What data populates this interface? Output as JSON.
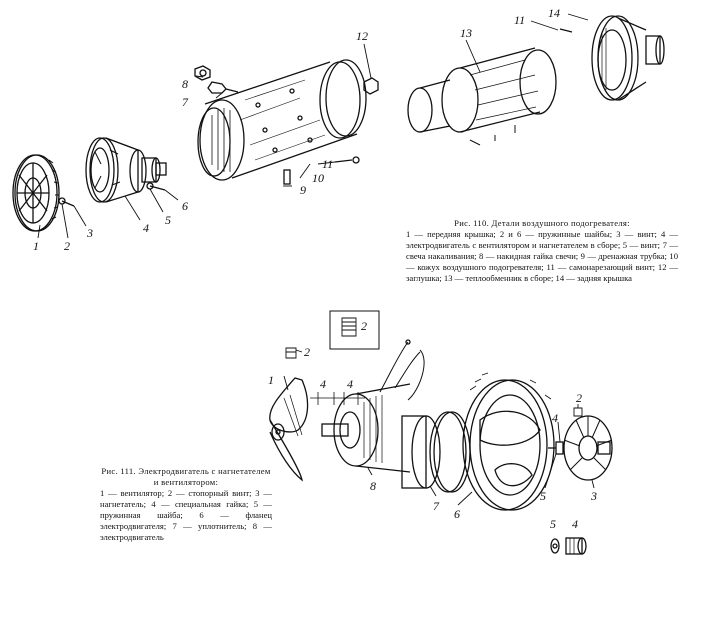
{
  "fig110": {
    "labels": [
      "1",
      "2",
      "3",
      "4",
      "5",
      "6",
      "7",
      "8",
      "9",
      "10",
      "11",
      "12",
      "13",
      "11",
      "14"
    ],
    "caption_title": "Рис. 110. Детали воздушного подогревателя:",
    "caption_body": "1 — передняя крышка; 2 и 6 — пружинные шайбы; 3 — винт; 4 — электродвигатель с вентилятором и нагнетателем в сборе; 5 — винт; 7 — свеча накаливания; 8 — накидная гайка свечи; 9 — дренажная трубка; 10 — кожух воздушного подогревателя; 11 — самонарезающий винт; 12 — заглушка; 13 — теплообменник в сборе; 14 — задняя крышка"
  },
  "fig111": {
    "labels": [
      "2",
      "2",
      "1",
      "4",
      "4",
      "8",
      "7",
      "6",
      "5",
      "4",
      "2",
      "3",
      "5",
      "4"
    ],
    "caption_title": "Рис. 111. Электродвигатель с нагнетателем и вентилятором:",
    "caption_body": "1 — вентилятор; 2 — стопорный винт; 3 — нагнетатель; 4 — специальная гайка; 5 — пружинная шайба; 6 — фланец электродвигателя; 7 — уплотнитель; 8 — электродвигатель"
  }
}
